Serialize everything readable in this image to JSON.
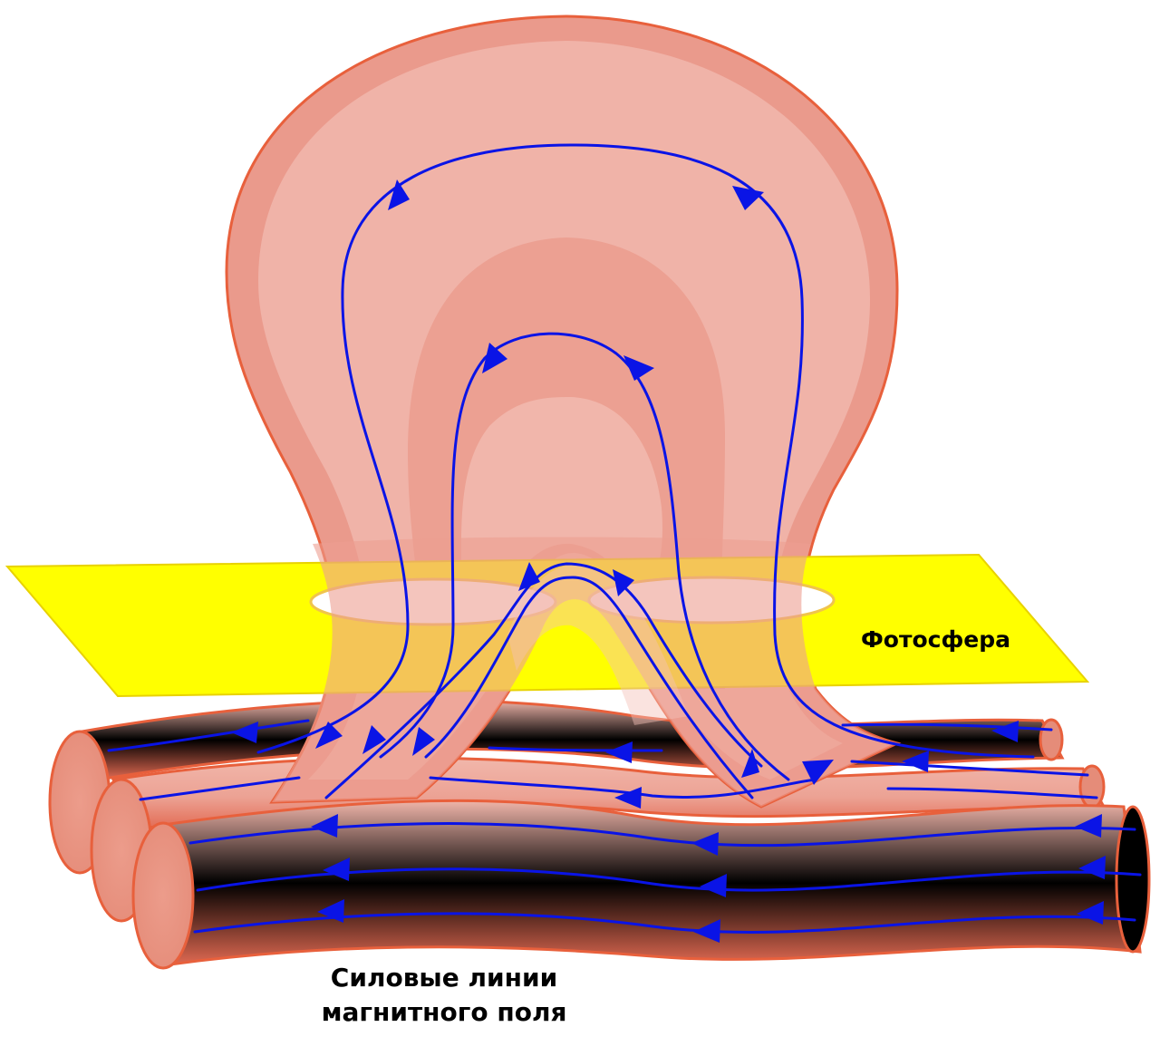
{
  "labels": {
    "photosphere": "Фотосфера",
    "field_lines_line1": "Силовые линии",
    "field_lines_line2": "магнитного поля"
  },
  "colors": {
    "flux_tube_fill": "#ea9a8c",
    "flux_tube_light": "#f0b5aa",
    "flux_tube_outline": "#e8603c",
    "photosphere": "#ffff00",
    "field_lines": "#0a14e6",
    "label_text": "#000000"
  },
  "diagram_elements": [
    "magnetic-flux-tube-loop",
    "photosphere-plane",
    "horizontal-flux-tubes",
    "magnetic-field-lines",
    "direction-arrows"
  ]
}
